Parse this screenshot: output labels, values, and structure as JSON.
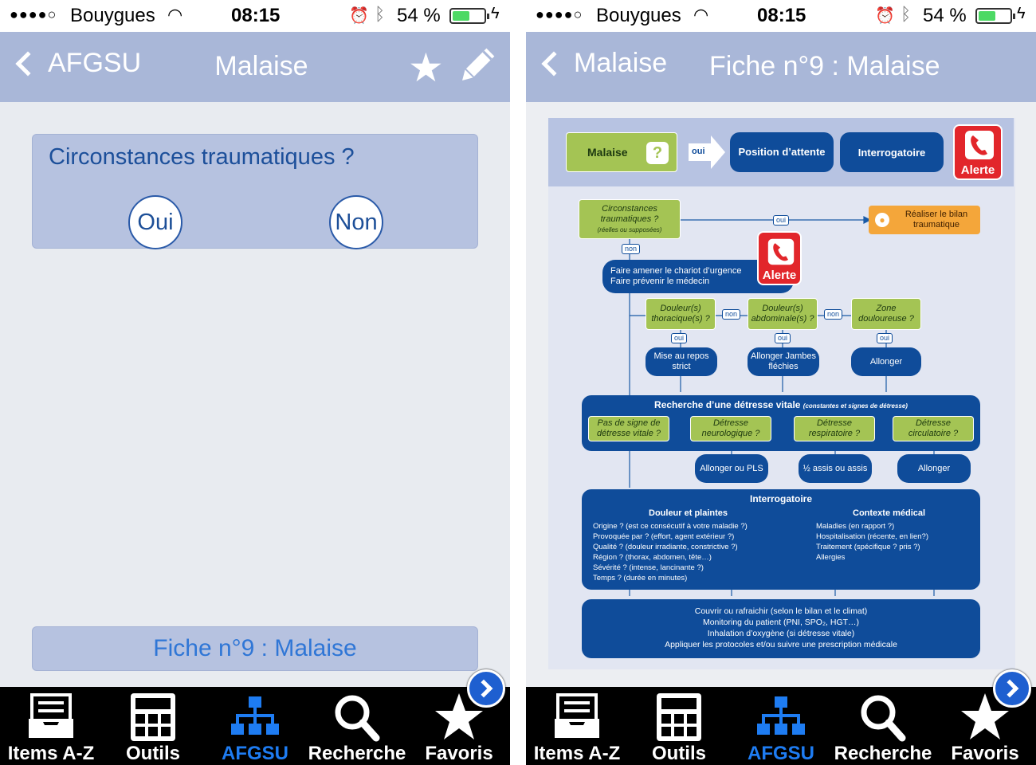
{
  "status": {
    "carrier": "Bouygues",
    "time": "08:15",
    "battery": "54 %",
    "battery_level": 0.54
  },
  "left": {
    "nav": {
      "back_label": "AFGSU",
      "title": "Malaise"
    },
    "question": "Circonstances traumatiques ?",
    "yes_label": "Oui",
    "no_label": "Non",
    "fiche_link": "Fiche n°9 : Malaise"
  },
  "right": {
    "nav": {
      "back_label": "Malaise",
      "title": "Fiche n°9 : Malaise"
    },
    "flowchart": {
      "header": {
        "malaise": "Malaise",
        "question_mark": "?",
        "oui": "oui",
        "position": "Position d’attente",
        "interrogatoire": "Interrogatoire",
        "alerte": "Alerte"
      },
      "circonstances": "Circonstances traumatiques ?",
      "circonstances_sub": "(réelles ou supposées)",
      "oui": "oui",
      "non": "non",
      "realiser_bilan": "Réaliser le bilan traumatique",
      "chariot_line1": "Faire amener le chariot d’urgence",
      "chariot_line2": "Faire prévenir le médecin",
      "alerte": "Alerte",
      "douleur_thoracique": "Douleur(s) thoracique(s) ?",
      "douleur_abdominale": "Douleur(s) abdominale(s) ?",
      "zone_douloureuse": "Zone douloureuse ?",
      "mise_au_repos": "Mise au repos strict",
      "allonger_jambes": "Allonger Jambes fléchies",
      "allonger": "Allonger",
      "recherche_title": "Recherche d’une détresse vitale",
      "recherche_sub": "(constantes et signes de détresse)",
      "pas_de_signe": "Pas de signe de détresse vitale ?",
      "detresse_neuro": "Détresse neurologique ?",
      "detresse_resp": "Détresse respiratoire ?",
      "detresse_circ": "Détresse circulatoire ?",
      "allonger_pls": "Allonger ou PLS",
      "demi_assis": "½ assis ou assis",
      "allonger_circ": "Allonger",
      "interro_title": "Interrogatoire",
      "douleur_plaintes": "Douleur et plaintes",
      "contexte_medical": "Contexte médical",
      "douleur_items": [
        "Origine ? (est ce consécutif à votre maladie ?)",
        "Provoquée par ? (effort, agent extérieur ?)",
        "Qualité ? (douleur irradiante, constrictive ?)",
        "Région ? (thorax, abdomen, tête…)",
        "Sévérité ? (intense, lancinante ?)",
        "Temps ? (durée en minutes)"
      ],
      "contexte_items": [
        "Maladies (en rapport ?)",
        "Hospitalisation (récente, en lien?)",
        "Traitement (spécifique ? pris ?)",
        "Allergies"
      ],
      "final_items": [
        "Couvrir ou rafraichir (selon le bilan et le climat)",
        "Monitoring du patient (PNI, SPO₂, HGT…)",
        "Inhalation d’oxygène (si détresse vitale)",
        "Appliquer les protocoles et/ou suivre une prescription médicale"
      ]
    }
  },
  "tabs": [
    {
      "label": "Items A-Z",
      "icon": "inbox-icon"
    },
    {
      "label": "Outils",
      "icon": "calculator-icon"
    },
    {
      "label": "AFGSU",
      "icon": "hierarchy-icon"
    },
    {
      "label": "Recherche",
      "icon": "search-icon"
    },
    {
      "label": "Favoris",
      "icon": "star-icon"
    }
  ],
  "active_tab": "AFGSU",
  "colors": {
    "navbar": "#a9b7d8",
    "accent": "#1e7cf2",
    "card": "#b6c2e0",
    "flow_blue": "#0f4c9a",
    "flow_green": "#a4c454",
    "alert_red": "#e2262b"
  }
}
